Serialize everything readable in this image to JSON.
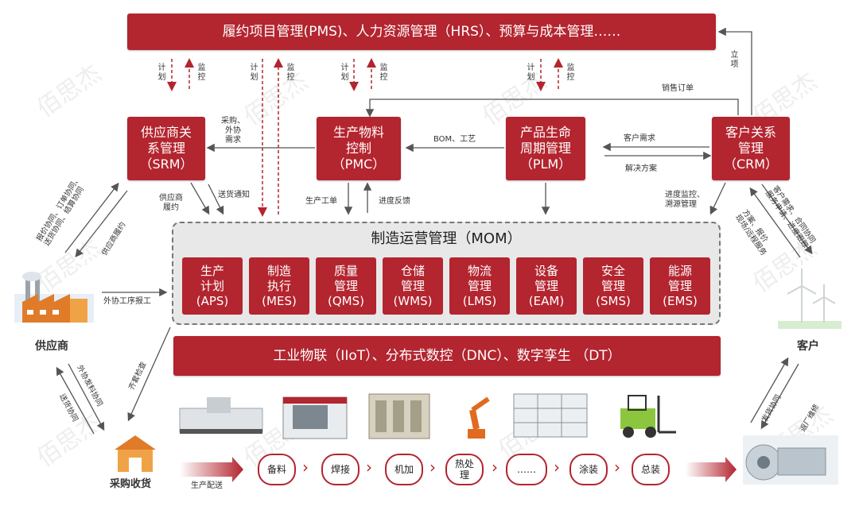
{
  "top_bar": "履约项目管理(PMS)、人力资源管理（HRS）、预算与成本管理……",
  "systems": {
    "srm": [
      "供应商关",
      "系管理",
      "（SRM）"
    ],
    "pmc": [
      "生产物料",
      "控制",
      "（PMC）"
    ],
    "plm": [
      "产品生命",
      "周期管理",
      "（PLM）"
    ],
    "crm": [
      "客户关系",
      "管理",
      "（CRM）"
    ]
  },
  "plan_monitor": {
    "plan": "计划",
    "monitor": "监控"
  },
  "labels": {
    "establish": "立项",
    "sales_order": "销售订单",
    "purchase_outsource": [
      "采购、",
      "外协",
      "需求"
    ],
    "bom": "BOM、工艺",
    "customer_demand": "客户需求",
    "solution": "解决方案",
    "supplier_fulfill": [
      "供应商",
      "履约"
    ],
    "delivery_notice": "送货通知",
    "production_order": "生产工单",
    "progress_feedback": "进度反馈",
    "progress_monitor": [
      "进度监控、",
      "溯源管理"
    ],
    "outsource_report": "外协工序报工",
    "supplier_left_1": [
      "报价协同、订单协同、",
      "送货协同、结算协同"
    ],
    "supplier_left_2": "供应商履约",
    "customer_right_1": [
      "客户需求、合同协同",
      "服务申请、进度跟踪"
    ],
    "customer_right_2": [
      "方案、报价",
      "现场/远程服务"
    ],
    "kitting_check": "齐套检查",
    "outsource_material": "外协发料协同",
    "delivery_coord": "送货协同",
    "ship_coord": "发货协同",
    "return_repair": "返厂维修",
    "production_delivery": "生产配送"
  },
  "mom": {
    "title": "制造运营管理（MOM）",
    "modules": [
      [
        "生产",
        "计划",
        "(APS)"
      ],
      [
        "制造",
        "执行",
        "(MES)"
      ],
      [
        "质量",
        "管理",
        "(QMS)"
      ],
      [
        "仓储",
        "管理",
        "(WMS)"
      ],
      [
        "物流",
        "管理",
        "(LMS)"
      ],
      [
        "设备",
        "管理",
        "(EAM)"
      ],
      [
        "安全",
        "管理",
        "(SMS)"
      ],
      [
        "能源",
        "管理",
        "(EMS)"
      ]
    ]
  },
  "iiot_bar": "工业物联（IIoT）、分布式数控（DNC）、数字孪生 （DT）",
  "actors": {
    "supplier": "供应商",
    "customer": "客户",
    "receiving": "采购收货"
  },
  "process_steps": [
    "备料",
    "焊接",
    "机加",
    "热处理",
    "……",
    "涂装",
    "总装"
  ],
  "watermark": "佰思杰",
  "colors": {
    "accent": "#b3252f"
  }
}
